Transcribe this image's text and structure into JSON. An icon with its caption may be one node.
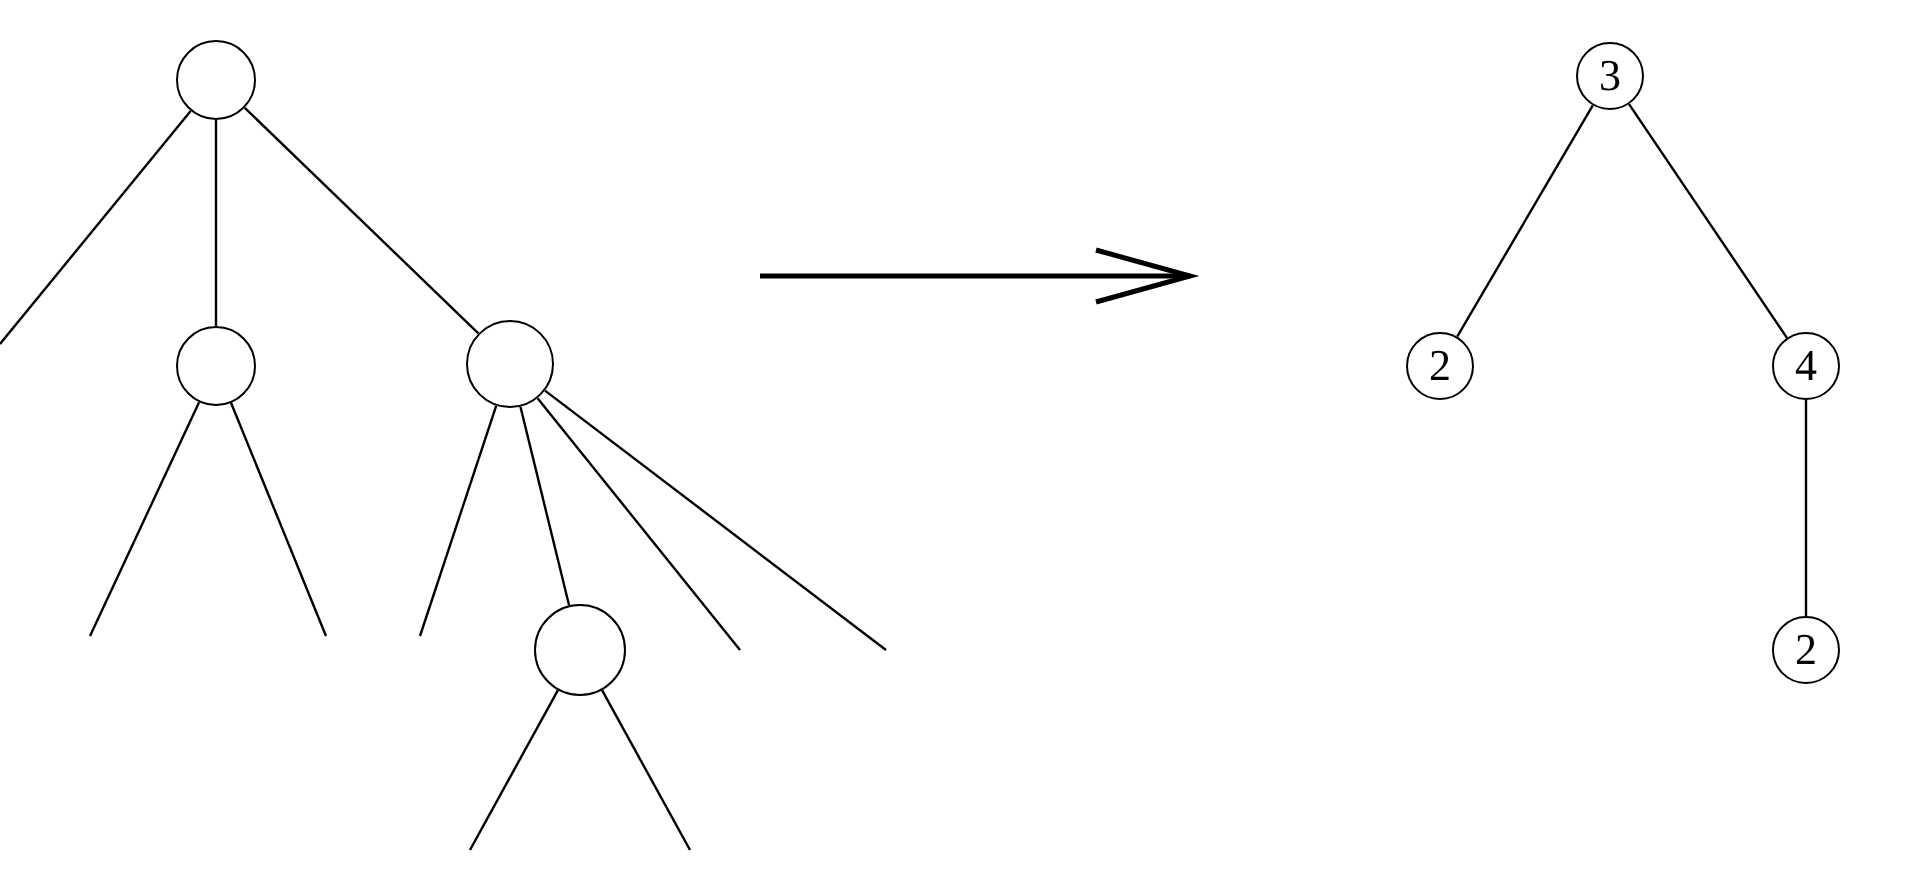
{
  "diagram": {
    "nodes": [
      {
        "text": [],
        "shape": "circle"
      },
      {
        "text": [],
        "shape": "circle"
      },
      {
        "text": [],
        "shape": "circle"
      },
      {
        "text": [],
        "shape": "circle"
      },
      {
        "text": [
          "3"
        ]
      },
      {
        "text": [
          "2"
        ]
      },
      {
        "text": [
          "4"
        ]
      },
      {
        "text": [
          "2"
        ]
      }
    ],
    "edges": [
      {
        "from": 0,
        "to": null,
        "arrow": "none"
      },
      {
        "from": 0,
        "to": 1,
        "arrow": "none"
      },
      {
        "from": 0,
        "to": 2,
        "arrow": "none"
      },
      {
        "from": 1,
        "to": null,
        "arrow": "none"
      },
      {
        "from": 1,
        "to": null,
        "arrow": "none"
      },
      {
        "from": 2,
        "to": null,
        "arrow": "none"
      },
      {
        "from": 2,
        "to": 3,
        "arrow": "none"
      },
      {
        "from": 2,
        "to": null,
        "arrow": "none"
      },
      {
        "from": 2,
        "to": null,
        "arrow": "none"
      },
      {
        "from": 3,
        "to": null,
        "arrow": "none"
      },
      {
        "from": 3,
        "to": null,
        "arrow": "none"
      },
      {
        "from": 4,
        "to": 5,
        "arrow": "none"
      },
      {
        "from": 4,
        "to": 6,
        "arrow": "none"
      },
      {
        "from": 6,
        "to": 7,
        "arrow": "none"
      }
    ]
  }
}
